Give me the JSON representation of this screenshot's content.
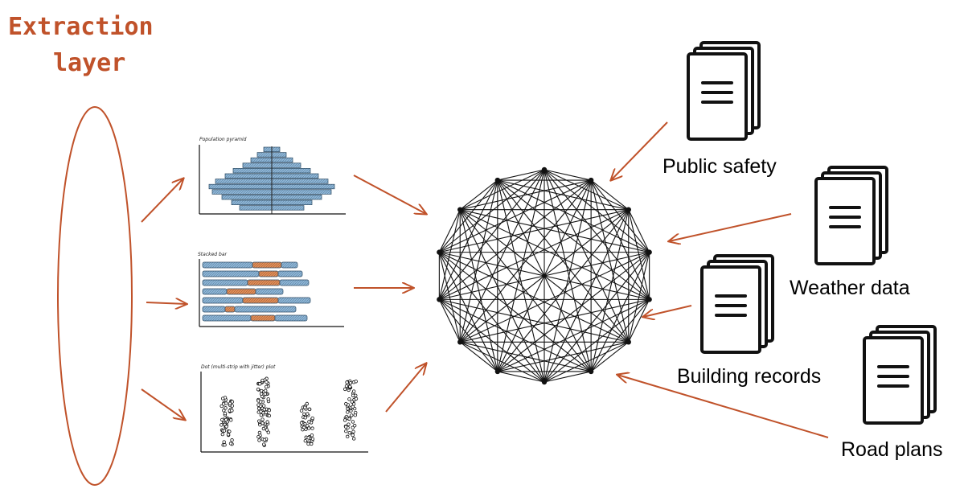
{
  "title": {
    "line1": "Extraction",
    "line2": "layer"
  },
  "charts": [
    {
      "title": "Population pyramid"
    },
    {
      "title": "Stacked bar"
    },
    {
      "title": "Dot (multi-strip with jitter) plot"
    }
  ],
  "sources": [
    {
      "label": "Public safety",
      "icon": "document-stack-icon"
    },
    {
      "label": "Weather data",
      "icon": "document-stack-icon"
    },
    {
      "label": "Building records",
      "icon": "document-stack-icon"
    },
    {
      "label": "Road plans",
      "icon": "document-stack-icon"
    }
  ],
  "graph": {
    "node_count": 14,
    "type": "complete-graph"
  },
  "colors": {
    "accent": "#c0522a",
    "bar_blue": "#8fb7d8",
    "bar_orange": "#e0905c",
    "ink": "#111111"
  }
}
